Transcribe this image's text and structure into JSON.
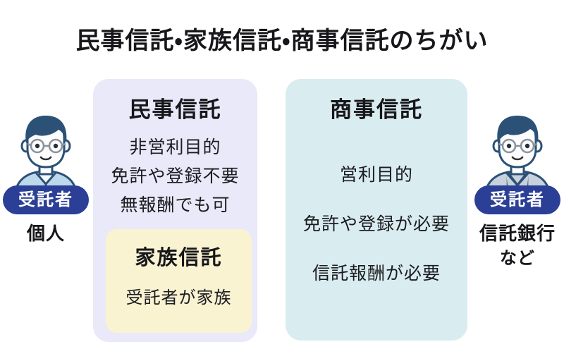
{
  "title": "民事信託・家族信託・商事信託のちがい",
  "colors": {
    "civil_panel_bg": "#e9e9f9",
    "commercial_panel_bg": "#d9ecef",
    "family_card_bg": "#faf3d2",
    "badge_bg": "#2b3f96",
    "badge_text": "#ffffff",
    "heading_text": "#17171b",
    "body_text": "#1b1b20",
    "page_bg": "#ffffff",
    "hair": "#2b5176",
    "shirt": "#bcd8ea",
    "suit": "#c9d2dc",
    "tie": "#e9e28a",
    "skin": "#fdfdfd"
  },
  "left_figure": {
    "icon": "person-individual-icon",
    "badge": "受託者",
    "caption_line1": "個人",
    "caption_line2": ""
  },
  "right_figure": {
    "icon": "person-banker-icon",
    "badge": "受託者",
    "caption_line1": "信託銀行",
    "caption_line2": "など"
  },
  "civil_panel": {
    "heading": "民事信託",
    "bullets": [
      "非営利目的",
      "免許や登録不要",
      "無報酬でも可"
    ],
    "family_card": {
      "heading": "家族信託",
      "sub": "受託者が家族"
    }
  },
  "commercial_panel": {
    "heading": "商事信託",
    "bullets": [
      "営利目的",
      "免許や登録が必要",
      "信託報酬が必要"
    ]
  }
}
